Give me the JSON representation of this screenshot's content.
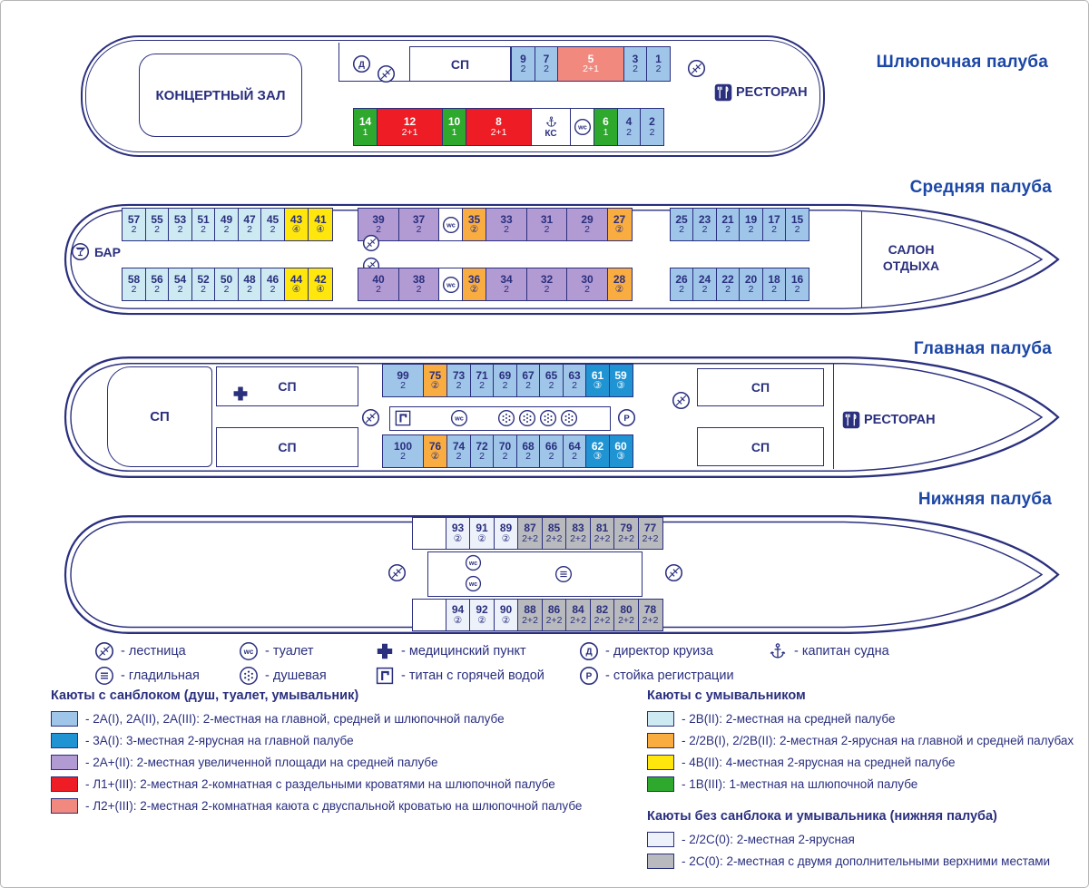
{
  "colors": {
    "outline": "#2a2f7e",
    "title": "#1c47a6",
    "types": {
      "A2": "#9fc5e8",
      "A3": "#2093d2",
      "A2P": "#b29ad3",
      "L1": "#ee1c24",
      "L2": "#f2897f",
      "B2": "#cde9f2",
      "B22": "#f9ad41",
      "B4": "#ffe70d",
      "B1": "#2ea82d",
      "C22": "#edf1f9",
      "C2": "#b9babd"
    }
  },
  "titles": [
    "Шлюпочная палуба",
    "Средняя палуба",
    "Главная палуба",
    "Нижняя палуба"
  ],
  "rooms": {
    "concert_hall": "КОНЦЕРТНЫЙ ЗАЛ",
    "sp": "СП",
    "restaurant": "РЕСТОРАН",
    "bar": "БАР",
    "salon_line1": "САЛОН",
    "salon_line2": "ОТДЫХА"
  },
  "decks": [
    {
      "rows": [
        [
          {
            "n": "9",
            "c": "2",
            "t": "A2"
          },
          {
            "n": "7",
            "c": "2",
            "t": "A2"
          },
          {
            "n": "5",
            "c": "2+1",
            "t": "L2",
            "w": 74
          },
          {
            "n": "3",
            "c": "2",
            "t": "A2"
          },
          {
            "n": "1",
            "c": "2",
            "t": "A2"
          }
        ],
        [
          {
            "n": "14",
            "c": "1",
            "t": "B1"
          },
          {
            "n": "12",
            "c": "2+1",
            "t": "L1",
            "w": 74
          },
          {
            "n": "10",
            "c": "1",
            "t": "B1"
          },
          {
            "n": "8",
            "c": "2+1",
            "t": "L1",
            "w": 74
          },
          {
            "svc": "anchor",
            "label": "КС",
            "w": 44
          },
          {
            "svc": "wc",
            "w": 28
          },
          {
            "n": "6",
            "c": "1",
            "t": "B1"
          },
          {
            "n": "4",
            "c": "2",
            "t": "A2"
          },
          {
            "n": "2",
            "c": "2",
            "t": "A2"
          }
        ]
      ]
    },
    {
      "rows": [
        [
          {
            "n": "57",
            "c": "2",
            "t": "B2"
          },
          {
            "n": "55",
            "c": "2",
            "t": "B2"
          },
          {
            "n": "53",
            "c": "2",
            "t": "B2"
          },
          {
            "n": "51",
            "c": "2",
            "t": "B2"
          },
          {
            "n": "49",
            "c": "2",
            "t": "B2"
          },
          {
            "n": "47",
            "c": "2",
            "t": "B2"
          },
          {
            "n": "45",
            "c": "2",
            "t": "B2"
          },
          {
            "n": "43",
            "c": "④",
            "t": "B4",
            "w": 28
          },
          {
            "n": "41",
            "c": "④",
            "t": "B4",
            "w": 28
          },
          {
            "gap": 30
          },
          {
            "n": "39",
            "c": "2",
            "t": "A2P",
            "w": 46
          },
          {
            "n": "37",
            "c": "2",
            "t": "A2P",
            "w": 46
          },
          {
            "svc": "wc",
            "w": 27
          },
          {
            "n": "35",
            "c": "②",
            "t": "B22",
            "w": 28
          },
          {
            "n": "33",
            "c": "2",
            "t": "A2P",
            "w": 46
          },
          {
            "n": "31",
            "c": "2",
            "t": "A2P",
            "w": 46
          },
          {
            "n": "29",
            "c": "2",
            "t": "A2P",
            "w": 46
          },
          {
            "n": "27",
            "c": "②",
            "t": "B22",
            "w": 28
          },
          {
            "gap": 44
          },
          {
            "n": "25",
            "c": "2",
            "t": "A2"
          },
          {
            "n": "23",
            "c": "2",
            "t": "A2"
          },
          {
            "n": "21",
            "c": "2",
            "t": "A2"
          },
          {
            "n": "19",
            "c": "2",
            "t": "A2"
          },
          {
            "n": "17",
            "c": "2",
            "t": "A2"
          },
          {
            "n": "15",
            "c": "2",
            "t": "A2"
          }
        ],
        [
          {
            "n": "58",
            "c": "2",
            "t": "B2"
          },
          {
            "n": "56",
            "c": "2",
            "t": "B2"
          },
          {
            "n": "54",
            "c": "2",
            "t": "B2"
          },
          {
            "n": "52",
            "c": "2",
            "t": "B2"
          },
          {
            "n": "50",
            "c": "2",
            "t": "B2"
          },
          {
            "n": "48",
            "c": "2",
            "t": "B2"
          },
          {
            "n": "46",
            "c": "2",
            "t": "B2"
          },
          {
            "n": "44",
            "c": "④",
            "t": "B4",
            "w": 28
          },
          {
            "n": "42",
            "c": "④",
            "t": "B4",
            "w": 28
          },
          {
            "gap": 30
          },
          {
            "n": "40",
            "c": "2",
            "t": "A2P",
            "w": 46
          },
          {
            "n": "38",
            "c": "2",
            "t": "A2P",
            "w": 46
          },
          {
            "svc": "wc",
            "w": 27
          },
          {
            "n": "36",
            "c": "②",
            "t": "B22",
            "w": 28
          },
          {
            "n": "34",
            "c": "2",
            "t": "A2P",
            "w": 46
          },
          {
            "n": "32",
            "c": "2",
            "t": "A2P",
            "w": 46
          },
          {
            "n": "30",
            "c": "2",
            "t": "A2P",
            "w": 46
          },
          {
            "n": "28",
            "c": "②",
            "t": "B22",
            "w": 28
          },
          {
            "gap": 44
          },
          {
            "n": "26",
            "c": "2",
            "t": "A2"
          },
          {
            "n": "24",
            "c": "2",
            "t": "A2"
          },
          {
            "n": "22",
            "c": "2",
            "t": "A2"
          },
          {
            "n": "20",
            "c": "2",
            "t": "A2"
          },
          {
            "n": "18",
            "c": "2",
            "t": "A2"
          },
          {
            "n": "16",
            "c": "2",
            "t": "A2"
          }
        ]
      ]
    },
    {
      "rows": [
        [
          {
            "n": "99",
            "c": "2",
            "t": "A2",
            "w": 46
          },
          {
            "n": "75",
            "c": "②",
            "t": "B22",
            "w": 28
          },
          {
            "n": "73",
            "c": "2",
            "t": "A2"
          },
          {
            "n": "71",
            "c": "2",
            "t": "A2"
          },
          {
            "n": "69",
            "c": "2",
            "t": "A2"
          },
          {
            "n": "67",
            "c": "2",
            "t": "A2"
          },
          {
            "n": "65",
            "c": "2",
            "t": "A2"
          },
          {
            "n": "63",
            "c": "2",
            "t": "A2"
          },
          {
            "n": "61",
            "c": "③",
            "t": "A3"
          },
          {
            "n": "59",
            "c": "③",
            "t": "A3"
          }
        ],
        [
          {
            "n": "100",
            "c": "2",
            "t": "A2",
            "w": 46
          },
          {
            "n": "76",
            "c": "②",
            "t": "B22",
            "w": 28
          },
          {
            "n": "74",
            "c": "2",
            "t": "A2"
          },
          {
            "n": "72",
            "c": "2",
            "t": "A2"
          },
          {
            "n": "70",
            "c": "2",
            "t": "A2"
          },
          {
            "n": "68",
            "c": "2",
            "t": "A2"
          },
          {
            "n": "66",
            "c": "2",
            "t": "A2"
          },
          {
            "n": "64",
            "c": "2",
            "t": "A2"
          },
          {
            "n": "62",
            "c": "③",
            "t": "A3"
          },
          {
            "n": "60",
            "c": "③",
            "t": "A3"
          }
        ]
      ]
    },
    {
      "rows": [
        [
          {
            "blank": true,
            "w": 38
          },
          {
            "n": "93",
            "c": "②",
            "t": "C22"
          },
          {
            "n": "91",
            "c": "②",
            "t": "C22"
          },
          {
            "n": "89",
            "c": "②",
            "t": "C22"
          },
          {
            "n": "87",
            "c": "2+2",
            "t": "C2"
          },
          {
            "n": "85",
            "c": "2+2",
            "t": "C2"
          },
          {
            "n": "83",
            "c": "2+2",
            "t": "C2"
          },
          {
            "n": "81",
            "c": "2+2",
            "t": "C2"
          },
          {
            "n": "79",
            "c": "2+2",
            "t": "C2"
          },
          {
            "n": "77",
            "c": "2+2",
            "t": "C2"
          }
        ],
        [
          {
            "blank": true,
            "w": 38
          },
          {
            "n": "94",
            "c": "②",
            "t": "C22"
          },
          {
            "n": "92",
            "c": "②",
            "t": "C22"
          },
          {
            "n": "90",
            "c": "②",
            "t": "C22"
          },
          {
            "n": "88",
            "c": "2+2",
            "t": "C2"
          },
          {
            "n": "86",
            "c": "2+2",
            "t": "C2"
          },
          {
            "n": "84",
            "c": "2+2",
            "t": "C2"
          },
          {
            "n": "82",
            "c": "2+2",
            "t": "C2"
          },
          {
            "n": "80",
            "c": "2+2",
            "t": "C2"
          },
          {
            "n": "78",
            "c": "2+2",
            "t": "C2"
          }
        ]
      ]
    }
  ],
  "legend_icons": [
    {
      "icon": "stairs",
      "label": "- лестница"
    },
    {
      "icon": "wc",
      "label": "- туалет"
    },
    {
      "icon": "cross",
      "label": "- медицинский пункт"
    },
    {
      "icon": "dir",
      "label": "- директор круиза"
    },
    {
      "icon": "anchor",
      "label": "- капитан судна"
    },
    {
      "icon": "iron",
      "label": "- гладильная"
    },
    {
      "icon": "shower",
      "label": "- душевая"
    },
    {
      "icon": "titan",
      "label": "- титан с горячей водой"
    },
    {
      "icon": "reg",
      "label": "- стойка регистрации"
    }
  ],
  "legend_groups": [
    {
      "header": "Каюты с санблоком (душ, туалет, умывальник)",
      "items": [
        {
          "t": "A2",
          "text": "- 2А(I), 2А(II), 2А(III): 2-местная на главной, средней и шлюпочной палубе"
        },
        {
          "t": "A3",
          "text": "- 3А(I): 3-местная 2-ярусная на главной палубе"
        },
        {
          "t": "A2P",
          "text": "- 2А+(II): 2-местная увеличенной площади на средней палубе"
        },
        {
          "t": "L1",
          "text": "- Л1+(III): 2-местная 2-комнатная с раздельными кроватями на шлюпочной палубе"
        },
        {
          "t": "L2",
          "text": "- Л2+(III): 2-местная 2-комнатная каюта с двуспальной кроватью на шлюпочной палубе"
        }
      ]
    },
    {
      "header": "Каюты с умывальником",
      "items": [
        {
          "t": "B2",
          "text": "- 2В(II): 2-местная на средней палубе"
        },
        {
          "t": "B22",
          "text": "- 2/2В(I), 2/2В(II): 2-местная 2-ярусная на главной и средней палубах"
        },
        {
          "t": "B4",
          "text": "- 4В(II): 4-местная 2-ярусная на средней палубе"
        },
        {
          "t": "B1",
          "text": "- 1В(III): 1-местная на шлюпочной палубе"
        }
      ]
    },
    {
      "header": "Каюты без санблока и умывальника (нижняя палуба)",
      "items": [
        {
          "t": "C22",
          "text": "- 2/2С(0): 2-местная 2-ярусная"
        },
        {
          "t": "C2",
          "text": "- 2С(0): 2-местная с двумя дополнительными верхними местами"
        }
      ]
    }
  ]
}
